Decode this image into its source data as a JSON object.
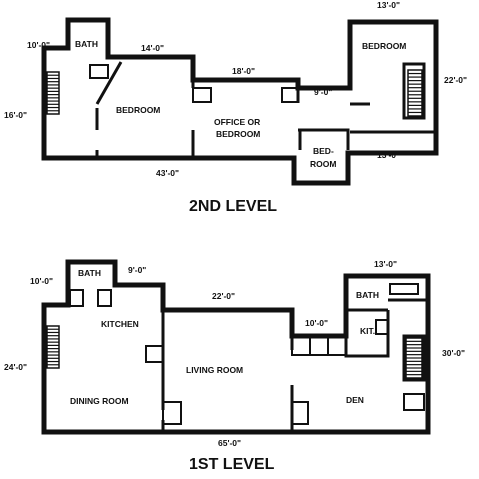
{
  "colors": {
    "wall": "#111111",
    "background": "#ffffff"
  },
  "upper": {
    "title": "2ND LEVEL",
    "rooms": {
      "bath": "BATH",
      "bedroom_left": "BEDROOM",
      "office_line1": "OFFICE OR",
      "office_line2": "BEDROOM",
      "bedroom_right": "BEDROOM",
      "small_line1": "BED-",
      "small_line2": "ROOM"
    },
    "dims": {
      "bath_width": "10'-0\"",
      "bedroom_width": "14'-0\"",
      "office_width": "18'-0\"",
      "hall_width": "9'-0\"",
      "right_bedroom_width": "13'-0\"",
      "right_depth": "22'-0\"",
      "left_depth": "16'-0\"",
      "lower_width": "43'-0\"",
      "lower_right_width": "13'-0\""
    }
  },
  "lower": {
    "title": "1ST LEVEL",
    "rooms": {
      "bath_left": "BATH",
      "kitchen": "KITCHEN",
      "living": "LIVING ROOM",
      "dining": "DINING ROOM",
      "bath_right": "BATH",
      "kit": "KIT.",
      "den": "DEN"
    },
    "dims": {
      "bath_width": "10'-0\"",
      "kitchen_width": "9'-0\"",
      "living_width": "22'-0\"",
      "mid_width": "10'-0\"",
      "right_width": "13'-0\"",
      "left_depth": "24'-0\"",
      "right_depth": "30'-0\"",
      "total_width": "65'-0\""
    }
  }
}
